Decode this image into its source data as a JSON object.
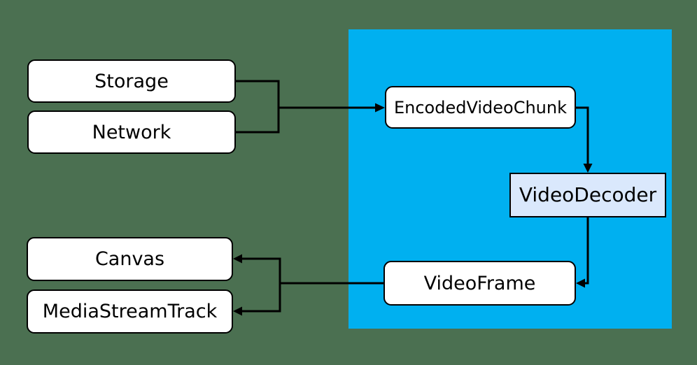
{
  "diagram": {
    "nodes": {
      "storage": {
        "label": "Storage"
      },
      "network": {
        "label": "Network"
      },
      "encodedVideoChunk": {
        "label": "EncodedVideoChunk"
      },
      "videoDecoder": {
        "label": "VideoDecoder"
      },
      "videoFrame": {
        "label": "VideoFrame"
      },
      "canvas": {
        "label": "Canvas"
      },
      "mediaStreamTrack": {
        "label": "MediaStreamTrack"
      }
    },
    "colors": {
      "page_background": "#4b7051",
      "region_background": "#00b0f0",
      "node_fill": "#ffffff",
      "decoder_node_fill": "#dae8fc",
      "node_border": "#000000",
      "connector": "#000000",
      "text": "#000000"
    }
  }
}
